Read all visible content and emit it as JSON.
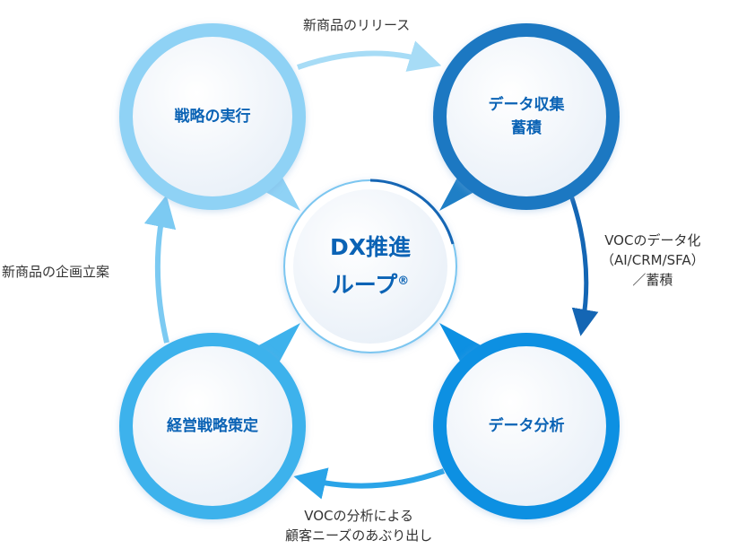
{
  "center": {
    "line1": "DX推進",
    "line2": "ループ",
    "mark": "®"
  },
  "nodes": {
    "top_left": {
      "line1": "戦略の実行",
      "line2": "",
      "color": "#8fd2f5"
    },
    "top_right": {
      "line1": "データ収集",
      "line2": "蓄積",
      "color": "#1a78c2"
    },
    "bottom_right": {
      "line1": "データ分析",
      "line2": "",
      "color": "#0d90e2"
    },
    "bottom_left": {
      "line1": "経営戦略策定",
      "line2": "",
      "color": "#3eb2ec"
    }
  },
  "arrows": {
    "top": "新商品のリリース",
    "right": {
      "line1": "VOCのデータ化",
      "line2": "（AI/CRM/SFA）",
      "line3": "／蓄積"
    },
    "bottom": {
      "line1": "VOCの分析による",
      "line2": "顧客ニーズのあぶり出し"
    },
    "left": "新商品の企画立案"
  },
  "text_color": "#0b63b5"
}
